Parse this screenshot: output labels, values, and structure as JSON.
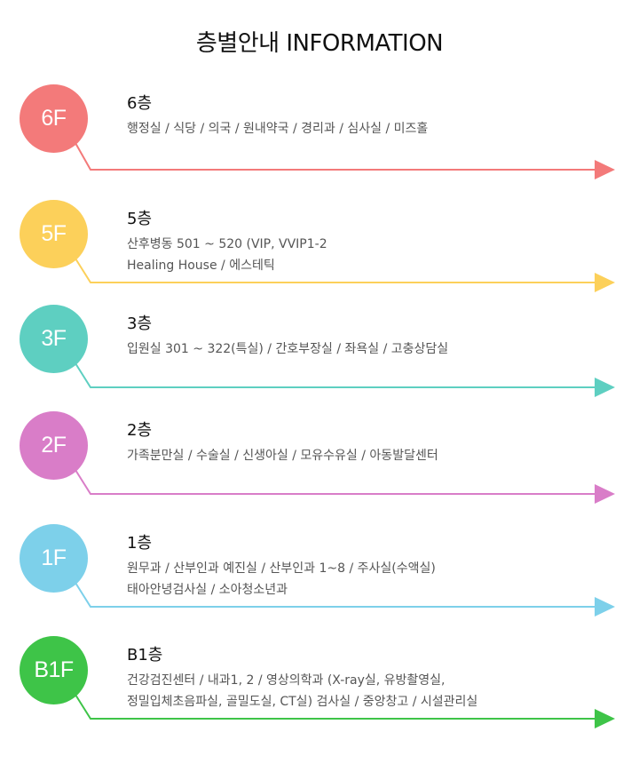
{
  "title": "층별안내 INFORMATION",
  "floors": [
    {
      "badge": "6F",
      "title": "6층",
      "color": "#f37a7a",
      "lines": [
        "행정실 / 식당 / 의국 / 원내약국 / 경리과 / 심사실 / 미즈홀",
        ""
      ]
    },
    {
      "badge": "5F",
      "title": "5층",
      "color": "#fcd05a",
      "lines": [
        "산후병동 501 ~ 520 (VIP, VVIP1-2",
        "Healing House / 에스테틱"
      ]
    },
    {
      "badge": "3F",
      "title": "3층",
      "color": "#5ecfc1",
      "lines": [
        "입원실 301 ~ 322(특실) / 간호부장실 / 좌욕실 / 고충상담실",
        ""
      ]
    },
    {
      "badge": "2F",
      "title": "2층",
      "color": "#d97dc8",
      "lines": [
        "가족분만실 / 수술실 / 신생아실  / 모유수유실 / 아동발달센터",
        ""
      ]
    },
    {
      "badge": "1F",
      "title": "1층",
      "color": "#7dd0ea",
      "lines": [
        "원무과 / 산부인과 예진실 / 산부인과 1~8 / 주사실(수액실)",
        "태아안녕검사실 / 소아청소년과"
      ]
    },
    {
      "badge": "B1F",
      "title": "B1층",
      "color": "#3ec448",
      "lines": [
        "건강검진센터 / 내과1, 2 / 영상의학과 (X-ray실, 유방촬영실,",
        "정밀입체초음파실, 골밀도실, CT실) 검사실 / 중앙창고 / 시설관리실"
      ]
    }
  ]
}
